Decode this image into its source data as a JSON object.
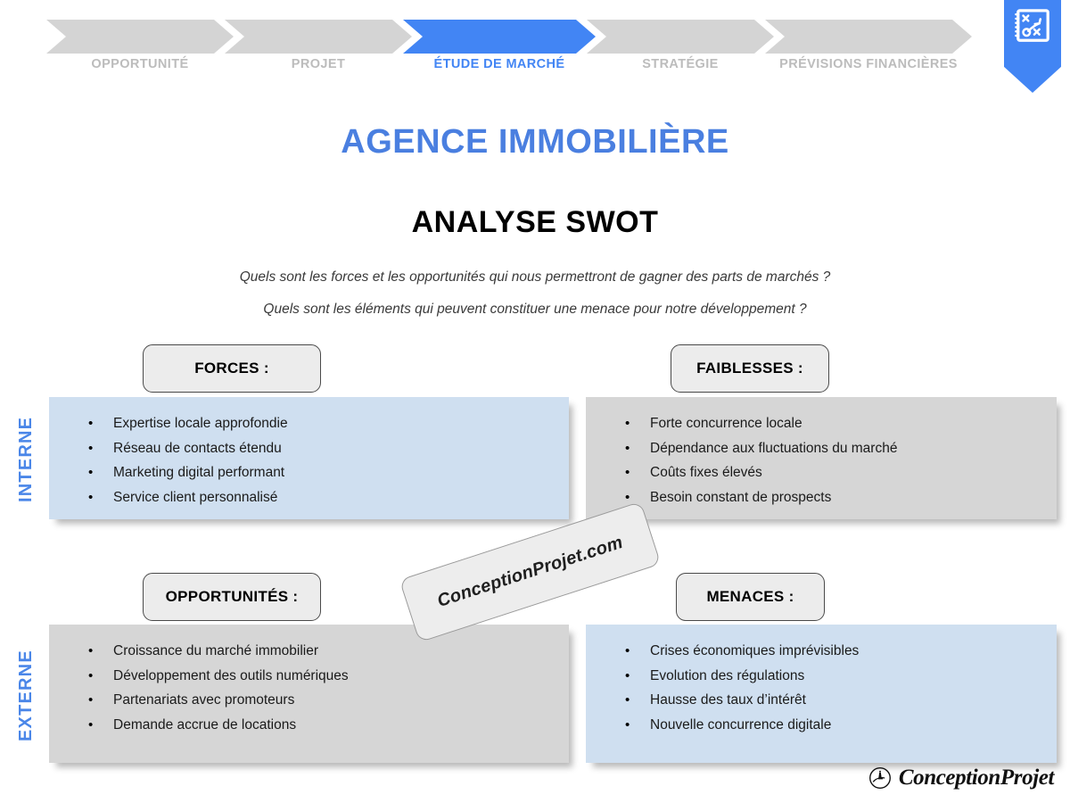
{
  "process_bar": {
    "steps": [
      {
        "label": "OPPORTUNITÉ",
        "active": false
      },
      {
        "label": "PROJET",
        "active": false
      },
      {
        "label": "ÉTUDE DE MARCHÉ",
        "active": true
      },
      {
        "label": "STRATÉGIE",
        "active": false
      },
      {
        "label": "PRÉVISIONS FINANCIÈRES",
        "active": false
      }
    ],
    "bookmark_icon": "strategy-playbook-icon"
  },
  "header": {
    "company_title": "AGENCE IMMOBILIÈRE",
    "document_title": "ANALYSE SWOT",
    "subtitle_1": "Quels sont les forces et les opportunités qui nous permettront de gagner des parts de marchés ?",
    "subtitle_2": "Quels sont les éléments qui peuvent constituer une menace pour notre développement ?"
  },
  "axes": {
    "internal": "INTERNE",
    "external": "EXTERNE"
  },
  "swot": {
    "forces": {
      "title": "FORCES :",
      "items": [
        "Expertise locale approfondie",
        "Réseau de contacts étendu",
        "Marketing digital performant",
        "Service client personnalisé"
      ]
    },
    "faiblesses": {
      "title": "FAIBLESSES :",
      "items": [
        "Forte concurrence locale",
        "Dépendance aux fluctuations du marché",
        "Coûts fixes élevés",
        "Besoin constant de prospects"
      ]
    },
    "opportunites": {
      "title": "OPPORTUNITÉS :",
      "items": [
        "Croissance du marché immobilier",
        "Développement des outils numériques",
        "Partenariats avec promoteurs",
        "Demande accrue de locations"
      ]
    },
    "menaces": {
      "title": "MENACES :",
      "items": [
        "Crises économiques imprévisibles",
        "Evolution des régulations",
        "Hausse des taux d’intérêt",
        "Nouvelle concurrence digitale"
      ]
    }
  },
  "watermark": {
    "text": "ConceptionProjet.com"
  },
  "footer": {
    "logo_text": "ConceptionProjet",
    "logo_icon": "lighthouse-circle-icon"
  },
  "colors": {
    "accent_blue": "#4285f4",
    "title_blue": "#4a7fe0",
    "axis_blue": "#4a86e8",
    "chevron_inactive": "#d4d4d4",
    "chevron_label_inactive": "#bcbcbc",
    "quadrant_blue": "#cfdff0",
    "quadrant_gray": "#d6d6d6",
    "header_chip": "#ececec"
  }
}
